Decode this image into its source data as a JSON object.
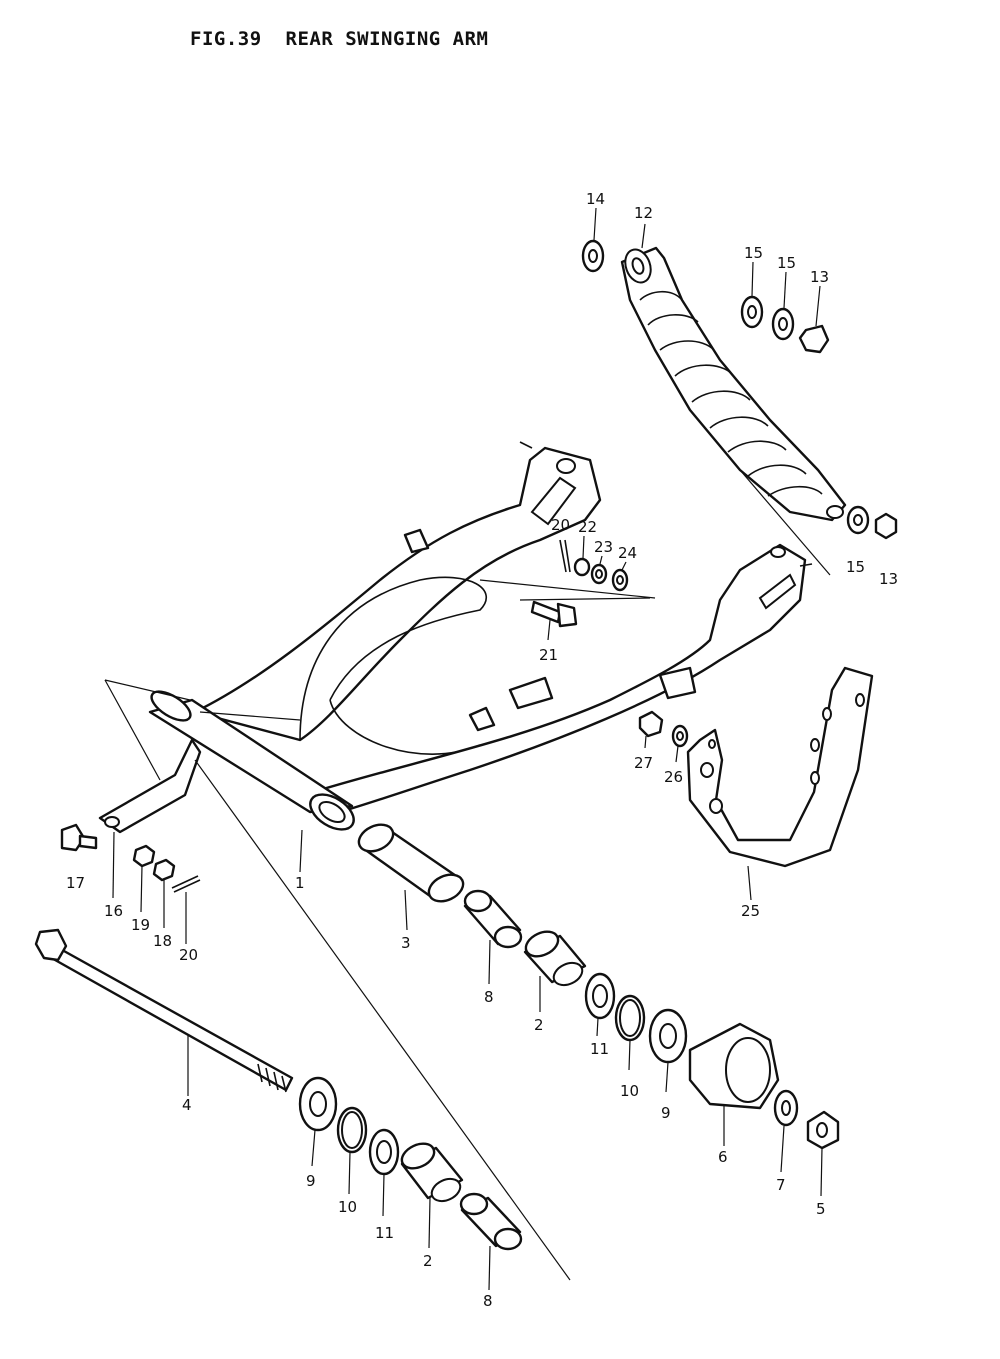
{
  "title": "FIG.39  REAR SWINGING ARM",
  "callouts": [
    {
      "text": "14"
    },
    {
      "text": "12"
    },
    {
      "text": "15"
    },
    {
      "text": "15"
    },
    {
      "text": "13"
    },
    {
      "text": "20"
    },
    {
      "text": "22"
    },
    {
      "text": "23"
    },
    {
      "text": "24"
    },
    {
      "text": "15"
    },
    {
      "text": "13"
    },
    {
      "text": "21"
    },
    {
      "text": "27"
    },
    {
      "text": "26"
    },
    {
      "text": "17"
    },
    {
      "text": "16"
    },
    {
      "text": "19"
    },
    {
      "text": "18"
    },
    {
      "text": "20"
    },
    {
      "text": "1"
    },
    {
      "text": "3"
    },
    {
      "text": "25"
    },
    {
      "text": "8"
    },
    {
      "text": "2"
    },
    {
      "text": "11"
    },
    {
      "text": "10"
    },
    {
      "text": "9"
    },
    {
      "text": "6"
    },
    {
      "text": "7"
    },
    {
      "text": "5"
    },
    {
      "text": "4"
    },
    {
      "text": "9"
    },
    {
      "text": "10"
    },
    {
      "text": "11"
    },
    {
      "text": "2"
    },
    {
      "text": "8"
    }
  ]
}
